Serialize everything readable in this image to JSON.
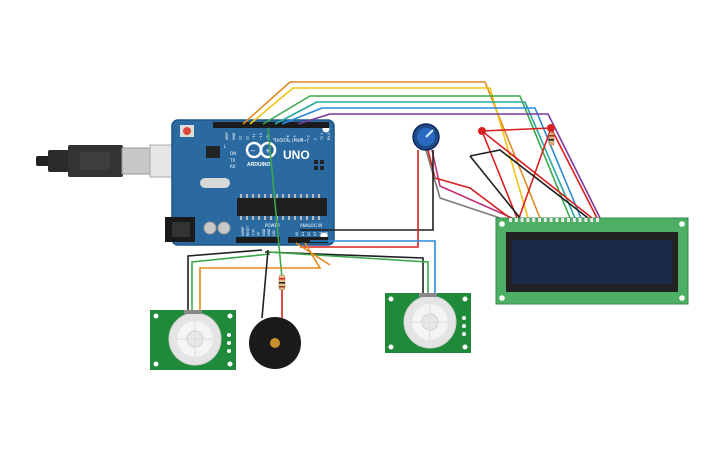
{
  "board": {
    "logo_text": "ARDUINO",
    "model_text": "UNO",
    "digital_header_text": "DIGITAL (PWM~)",
    "power_header_text": "POWER",
    "analog_header_text": "ANALOG IN",
    "digital_pin_labels": [
      "AREF",
      "GND",
      "13",
      "12",
      "~11",
      "~10",
      "~9",
      "8",
      "7",
      "~6",
      "~5",
      "4",
      "~3",
      "2",
      "TX 1",
      "RX 0"
    ],
    "power_pin_labels": [
      "IOREF",
      "RESET",
      "3.3V",
      "5V",
      "GND",
      "GND",
      "VIN"
    ],
    "analog_pin_labels": [
      "A0",
      "A1",
      "A2",
      "A3",
      "A4",
      "A5"
    ],
    "on_label": "ON",
    "tx_label": "TX",
    "rx_label": "RX",
    "l_label": "L"
  },
  "pir_sensors": [
    {
      "id": "pir-left"
    },
    {
      "id": "pir-right"
    }
  ],
  "lcd": {
    "pin_count": 16
  },
  "colors": {
    "board": "#2a6aa0",
    "board_dark": "#1e5585",
    "pcb_green": "#1f8a3a",
    "lcd_board": "#4caf63",
    "lcd_screen": "#1c2a4a",
    "wire_orange": "#e08a1e",
    "wire_yellow": "#f0c419",
    "wire_green": "#3aa84a",
    "wire_teal": "#2aa8a0",
    "wire_blue": "#2a8ad8",
    "wire_purple": "#7a3a9a",
    "wire_red": "#d92020",
    "wire_black": "#202020",
    "wire_magenta": "#c0307a",
    "wire_gray": "#7a7a7a"
  }
}
